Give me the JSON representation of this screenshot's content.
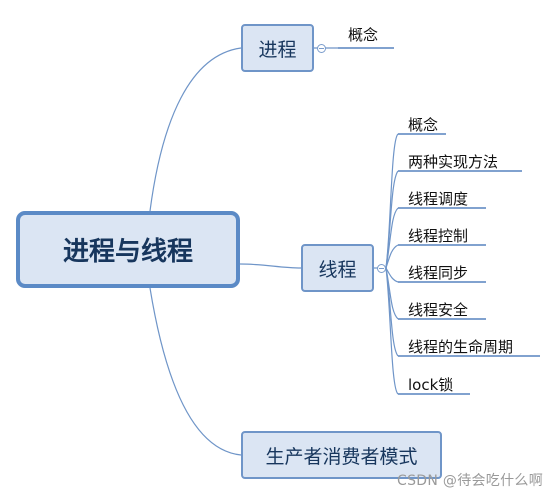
{
  "root": {
    "label": "进程与线程"
  },
  "branches": [
    {
      "label": "进程",
      "children": [
        "概念"
      ]
    },
    {
      "label": "线程",
      "children": [
        "概念",
        "两种实现方法",
        "线程调度",
        "线程控制",
        "线程同步",
        "线程安全",
        "线程的生命周期",
        "lock锁"
      ]
    },
    {
      "label": "生产者消费者模式",
      "children": []
    }
  ],
  "watermark": "CSDN @待会吃什么啊",
  "colors": {
    "node_fill": "#dbe5f3",
    "node_border": "#6f95c8",
    "root_border": "#5b8ac6",
    "connector": "#6f95c8",
    "text": "#17365d"
  }
}
